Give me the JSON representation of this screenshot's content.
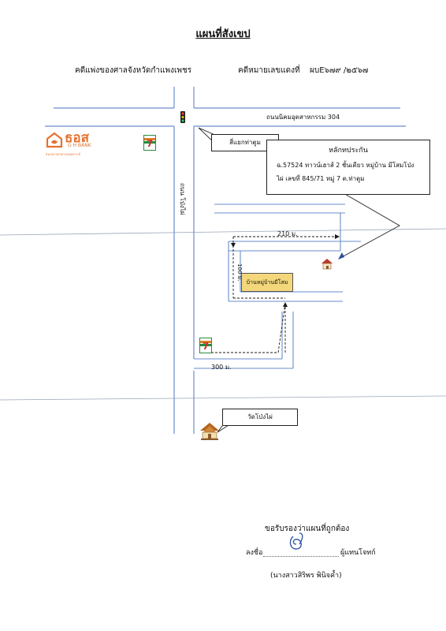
{
  "document": {
    "title": "แผนที่สังเขป",
    "court": "คดีแพ่งของศาลจังหวัดกำแพงเพชร",
    "case_label": "คดีหมายเลขแดงที่",
    "case_number": "ผบE๖๗๙ /๒๕๖๗"
  },
  "map": {
    "main_road": "ถนนนิคมอุตสาหกรรม 304",
    "side_road": "ถนน โป่งไผ่",
    "junction": "สี่แยกท่าตูม",
    "distance_horizontal": "210 ม.",
    "distance_bottom": "300 ม.",
    "distance_vertical": "100 ม.",
    "village": "บ้านหมู่บ้านมีโสม",
    "temple": "วัดโป่งไผ่",
    "collateral": {
      "heading": "หลักทประกัน",
      "line1": "ฉ.57524  ทาวน์เฮาส์ 2 ชั้นเดียว  หมู่บ้าน  มีโสมโป่ง",
      "line2": "ไผ่ เลขที่ 845/71  หมู่ 7  ต.ท่าตูม"
    },
    "bank_logo": {
      "brand": "ธอส",
      "sub": "G H BANK",
      "tagline": "ธนาคารอาคารสงเคราะห์"
    },
    "landmark_icons": [
      "7-eleven-icon",
      "traffic-light-icon",
      "house-icon",
      "temple-icon"
    ]
  },
  "certification": {
    "statement": "ขอรับรองว่าแผนที่ถูกต้อง",
    "sign_label": "ลงชื่อ",
    "sign_role": "ผู้แทนโจทก์",
    "signer_name": "(นางสาวสิริพร พินิจค้ำ)"
  },
  "colors": {
    "road_line": "#6a8ccc",
    "route_dashed": "#1a1a1a",
    "brand_orange": "#e5722e",
    "village_fill": "#f3d77a",
    "seven_green": "#2b8a3e"
  }
}
